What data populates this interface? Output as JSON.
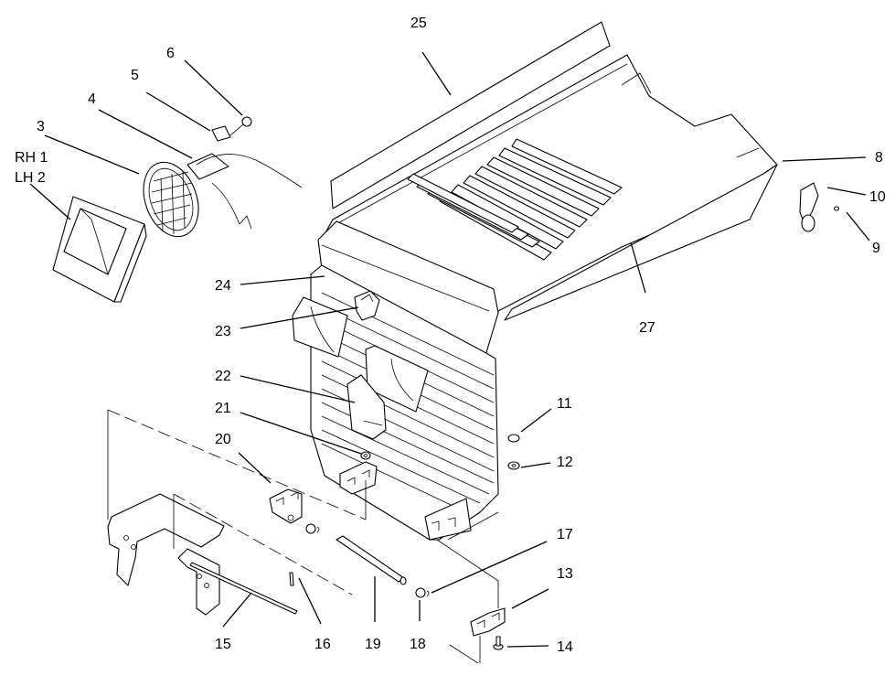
{
  "callouts": [
    {
      "id": "c25",
      "text": "25"
    },
    {
      "id": "c6",
      "text": "6"
    },
    {
      "id": "c5",
      "text": "5"
    },
    {
      "id": "c4",
      "text": "4"
    },
    {
      "id": "c3",
      "text": "3"
    },
    {
      "id": "rh",
      "text": "RH 1"
    },
    {
      "id": "lh",
      "text": "LH 2"
    },
    {
      "id": "c8",
      "text": "8"
    },
    {
      "id": "c10",
      "text": "10"
    },
    {
      "id": "c9",
      "text": "9"
    },
    {
      "id": "c24",
      "text": "24"
    },
    {
      "id": "c27",
      "text": "27"
    },
    {
      "id": "c23",
      "text": "23"
    },
    {
      "id": "c22",
      "text": "22"
    },
    {
      "id": "c21",
      "text": "21"
    },
    {
      "id": "c20",
      "text": "20"
    },
    {
      "id": "c11",
      "text": "11"
    },
    {
      "id": "c12",
      "text": "12"
    },
    {
      "id": "c17",
      "text": "17"
    },
    {
      "id": "c13",
      "text": "13"
    },
    {
      "id": "c14",
      "text": "14"
    },
    {
      "id": "c15",
      "text": "15"
    },
    {
      "id": "c16",
      "text": "16"
    },
    {
      "id": "c19",
      "text": "19"
    },
    {
      "id": "c18",
      "text": "18"
    }
  ]
}
